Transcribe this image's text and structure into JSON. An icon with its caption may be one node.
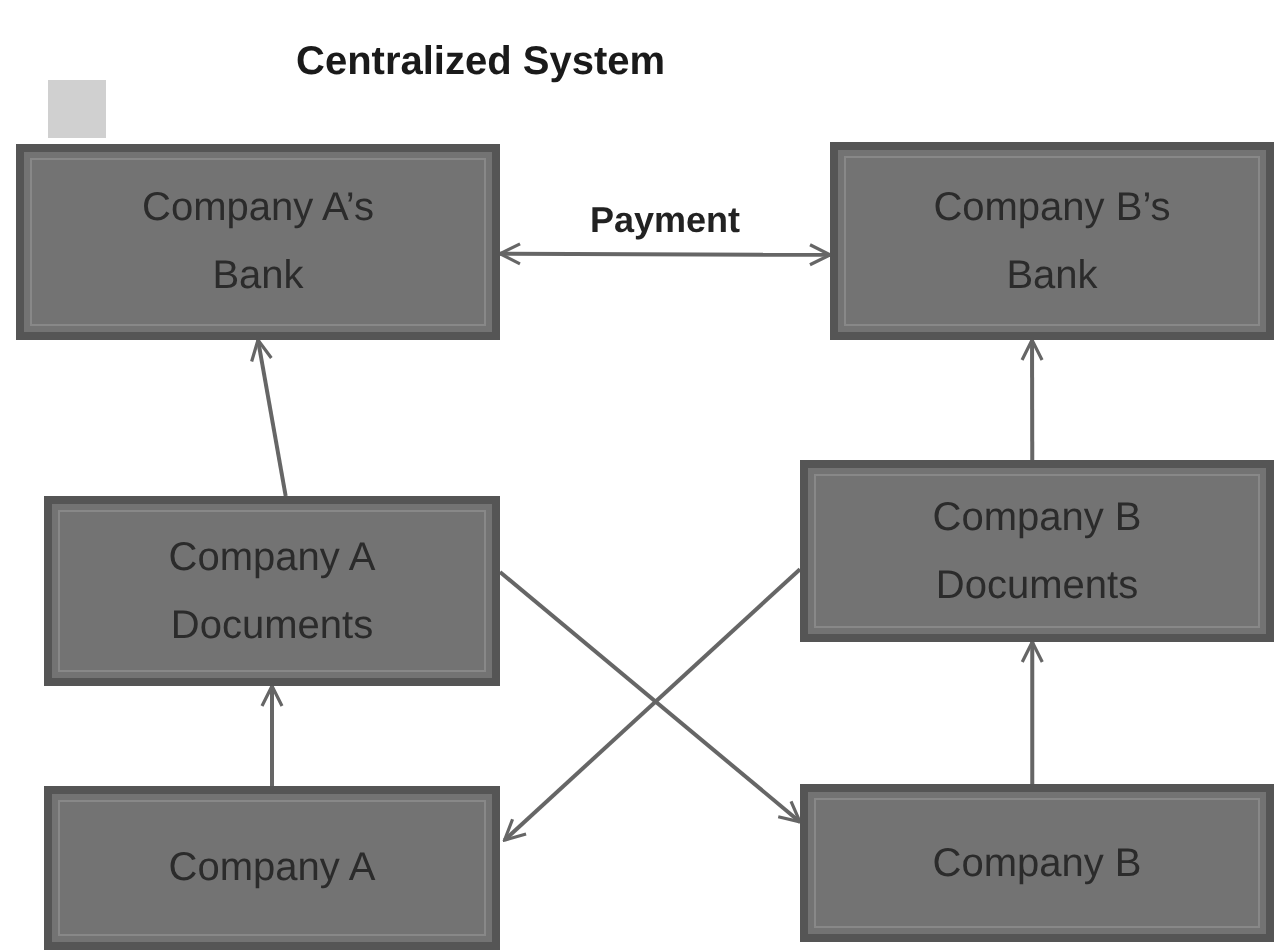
{
  "diagram": {
    "title": "Centralized System",
    "nodes": [
      {
        "text": [
          "Company A’s Bank"
        ]
      },
      {
        "text": [
          "Company B’s Bank"
        ]
      },
      {
        "text": [
          "Company A Documents"
        ]
      },
      {
        "text": [
          "Company B Documents"
        ]
      },
      {
        "text": [
          "Company A"
        ]
      },
      {
        "text": [
          "Company B"
        ]
      }
    ],
    "edges": [
      {
        "from": 0,
        "to": 1,
        "arrow": "both",
        "label": "Payment"
      },
      {
        "from": 2,
        "to": 0,
        "arrow": "to"
      },
      {
        "from": 4,
        "to": 2,
        "arrow": "to"
      },
      {
        "from": 2,
        "to": 5,
        "arrow": "to"
      },
      {
        "from": 3,
        "to": 4,
        "arrow": "to"
      },
      {
        "from": 5,
        "to": 3,
        "arrow": "to"
      },
      {
        "from": 3,
        "to": 1,
        "arrow": "to"
      }
    ]
  }
}
